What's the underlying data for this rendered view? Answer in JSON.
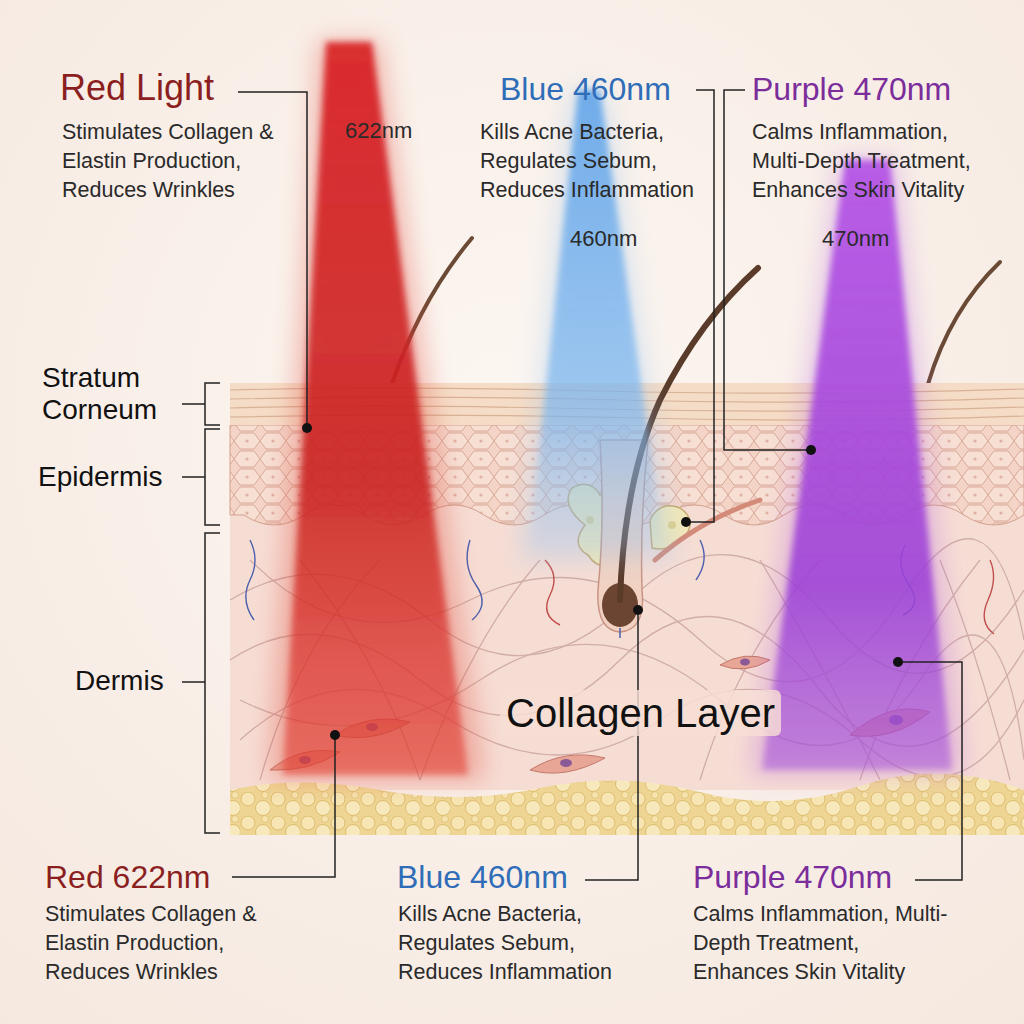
{
  "diagram": {
    "labels": [
      "Red Light",
      "Stimulates Collagen & Elastin Production, Reduces Wrinkles",
      "622nm",
      "Blue 460nm",
      "Kills Acne Bacteria, Regulates Sebum, Reduces Inflammation",
      "460nm",
      "Purple 470nm",
      "Calms Inflammation, Multi-Depth Treatment, Enhances Skin Vitality",
      "470nm",
      "Stratum Corneum",
      "Epidermis",
      "Dermis",
      "Collagen Layer",
      "Red 622nm",
      "Stimulates Collagen & Elastin Production, Reduces Wrinkles",
      "Blue 460nm",
      "Kills Acne Bacteria, Regulates Sebum, Reduces Inflammation",
      "Purple 470nm",
      "Calms Inflammation, Multi-Depth Treatment, Enhances Skin Vitality"
    ]
  }
}
